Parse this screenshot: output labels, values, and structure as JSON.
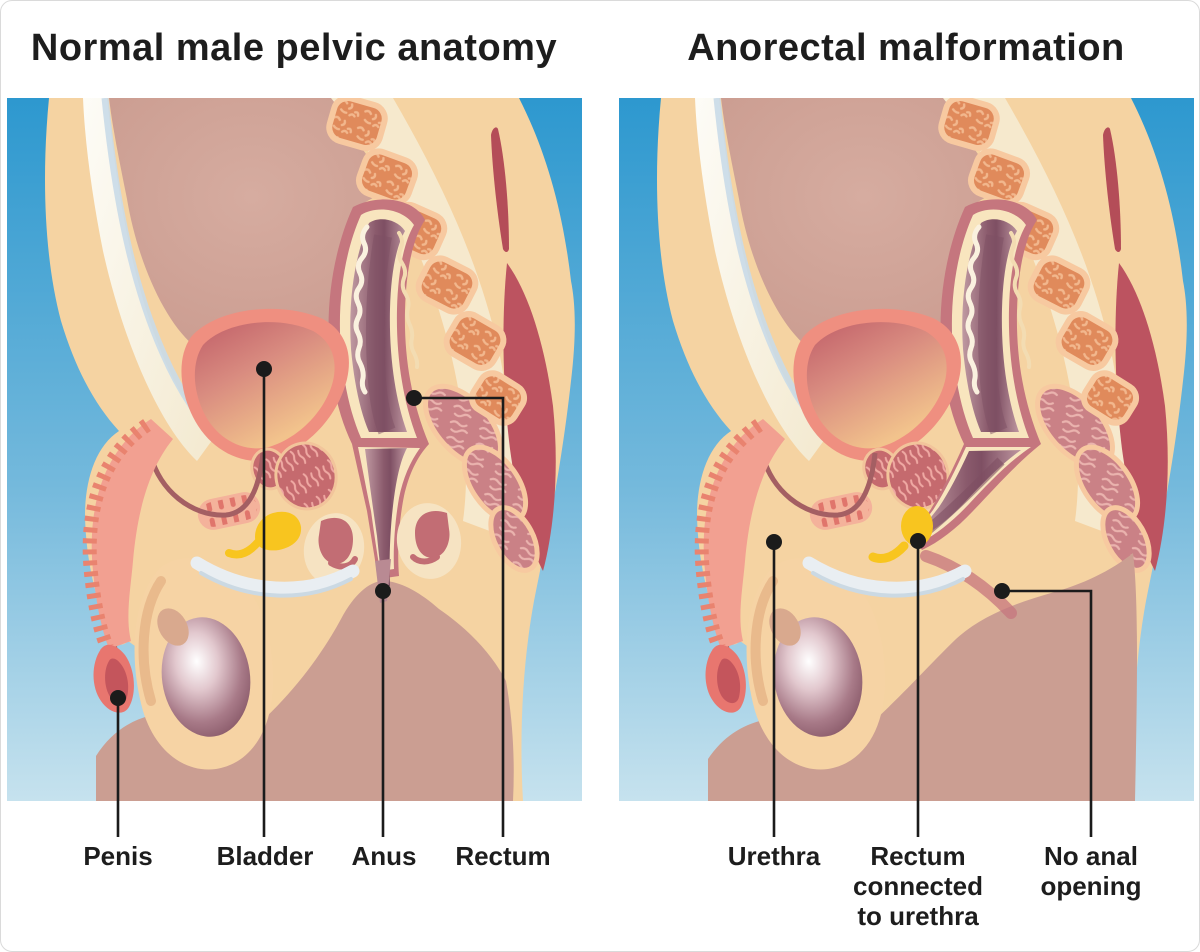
{
  "figure": {
    "panels": [
      {
        "title": "Normal male pelvic anatomy",
        "labels": [
          {
            "lines": [
              "Penis"
            ]
          },
          {
            "lines": [
              "Bladder"
            ]
          },
          {
            "lines": [
              "Anus"
            ]
          },
          {
            "lines": [
              "Rectum"
            ]
          }
        ]
      },
      {
        "title": "Anorectal malformation",
        "labels": [
          {
            "lines": [
              "Urethra"
            ]
          },
          {
            "lines": [
              "Rectum",
              "connected",
              "to urethra"
            ]
          },
          {
            "lines": [
              "No anal",
              "opening"
            ]
          }
        ]
      }
    ],
    "palette": {
      "background": "#FFFFFF",
      "border": "#DADADA",
      "text": "#1D1D1D",
      "leader": "#1B1B1B",
      "sky_top": "#2D98CF",
      "sky_bottom": "#C6E2EE",
      "skin": "#F5D3A2",
      "torso": "#CB9E92",
      "bone_cream": "#F6E9CD",
      "bladder_rim": "#EF8F80",
      "bladder_deep": "#C05E68",
      "rectum_wall": "#C5767E",
      "rectum_inner": "#7E4F63",
      "vertebra_orange": "#E08A5B",
      "muscle_dark": "#BC5360",
      "muscle_texture": "#CA8186",
      "gland_yellow": "#F8C51F",
      "testicle": "#7E4E5E"
    }
  }
}
